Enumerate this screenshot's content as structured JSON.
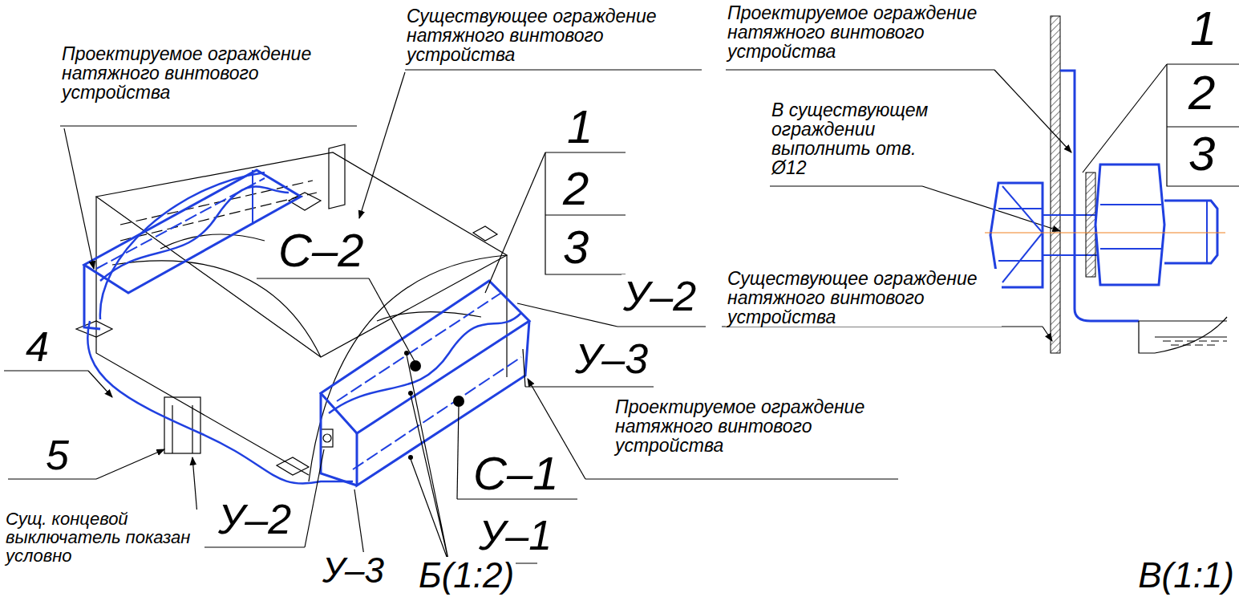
{
  "diagram": {
    "labels": [
      "Проектируемое ограждение натяжного винтового устройства",
      "Существующее ограждение натяжного винтового устройства",
      "Проектируемое ограждение натяжного винтового устройства",
      "1",
      "2",
      "3",
      "В существующем ограждении выполнить отв. Ø12",
      "1",
      "2",
      "3",
      "С–2",
      "У–2",
      "Существующее ограждение натяжного винтового устройства",
      "4",
      "У–3",
      "Проектируемое ограждение натяжного винтового устройства",
      "5",
      "С–1",
      "У–2",
      "У–1",
      "Сущ. концевой выключатель показан условно",
      "У–3",
      "Б(1:2)",
      "В(1:1)"
    ]
  }
}
